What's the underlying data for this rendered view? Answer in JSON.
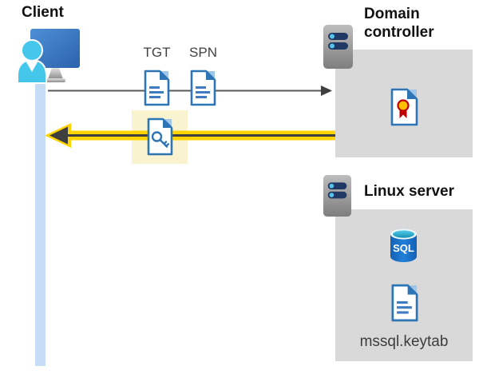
{
  "diagram": {
    "client": {
      "label": "Client"
    },
    "tickets": {
      "tgt_label": "TGT",
      "spn_label": "SPN"
    },
    "domain_controller": {
      "title": "Domain controller"
    },
    "linux_server": {
      "title": "Linux server",
      "sql_badge": "SQL",
      "file_label": "mssql.keytab"
    }
  },
  "colors": {
    "accent_blue": "#2E75B6",
    "doc_line_blue": "#3E7CC1",
    "fold_light_blue": "#9FC5E8",
    "person_cyan": "#45C7EC",
    "monitor_blue_dark": "#2B63AC",
    "monitor_blue_light": "#4E8FD6",
    "timeline_blue": "#C5DDF5",
    "box_gray": "#D9D9D9",
    "server_navy": "#1F3864",
    "server_led_blue": "#55C4EA",
    "request_arrow_gray": "#595959",
    "arrowhead_dark": "#3F3F3F",
    "response_arrow_yellow": "#FFD400",
    "highlight_yellow": "#FAF3CF",
    "ribbon_red": "#C00000",
    "ribbon_gold": "#FFC000",
    "sql_body_blue": "#1461B4",
    "sql_top_cyan": "#53CBE9",
    "label_gray": "#404040"
  }
}
